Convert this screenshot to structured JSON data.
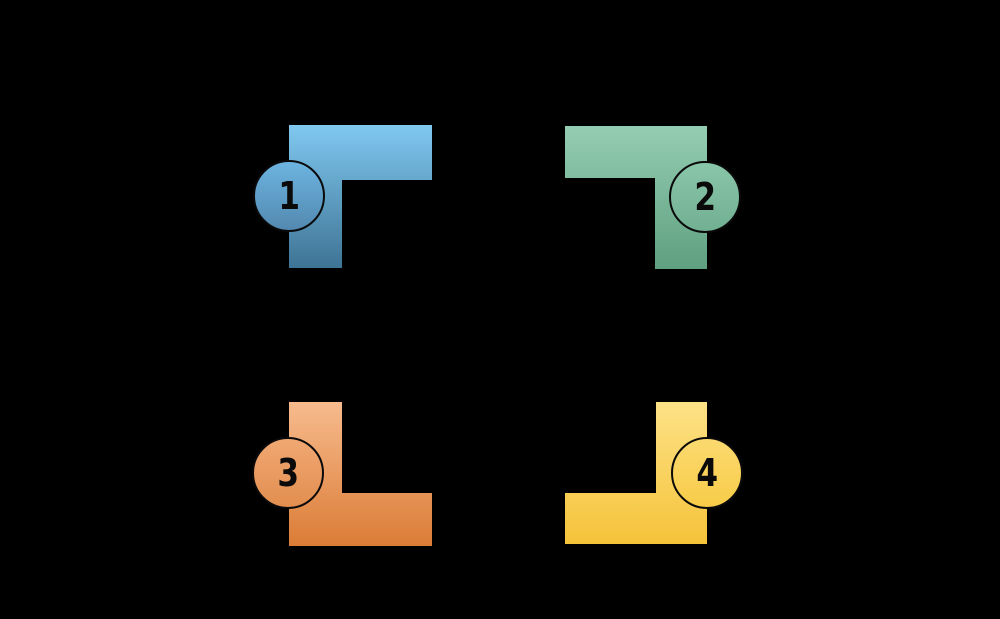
{
  "page": {
    "background_color": "#000000"
  },
  "diagram": {
    "type": "four-step-corner-brackets-infographic",
    "outline_color": "#0a0a0a",
    "number_color": "#0a0a0a",
    "steps": [
      {
        "number": "1",
        "position": "top-left",
        "shape_color_light": "#80c8f0",
        "shape_color_dark": "#3e7495",
        "badge_color_light": "#6cb4e0",
        "badge_color_dark": "#5389b0"
      },
      {
        "number": "2",
        "position": "top-right",
        "shape_color_light": "#95cdb2",
        "shape_color_dark": "#5fa080",
        "badge_color_light": "#8ac6a9",
        "badge_color_dark": "#72b093"
      },
      {
        "number": "3",
        "position": "bottom-left",
        "shape_color_light": "#f7bb8d",
        "shape_color_dark": "#db7c36",
        "badge_color_light": "#f0a872",
        "badge_color_dark": "#e28e50"
      },
      {
        "number": "4",
        "position": "bottom-right",
        "shape_color_light": "#fde286",
        "shape_color_dark": "#f5c33a",
        "badge_color_light": "#fbd96f",
        "badge_color_dark": "#f8cc48"
      }
    ]
  }
}
